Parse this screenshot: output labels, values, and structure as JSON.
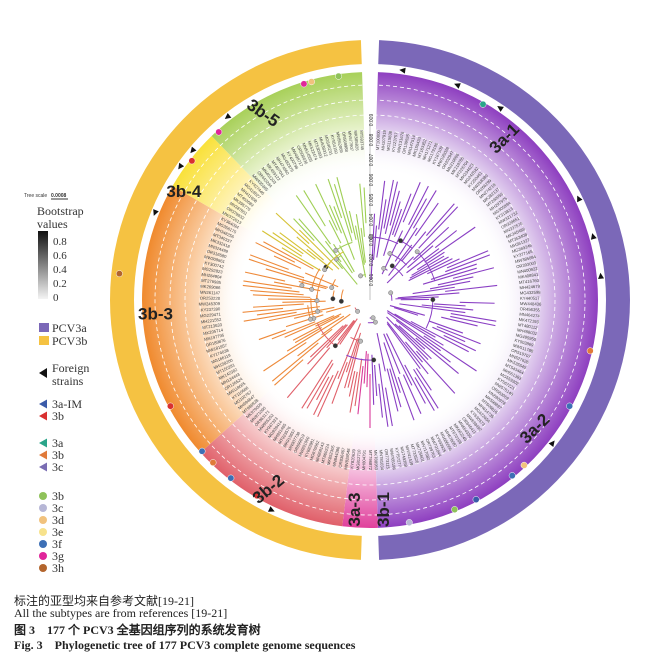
{
  "scale": {
    "label": "Tree scale",
    "value": "0.0008"
  },
  "axis_ticks": [
    "0.001",
    "0.002",
    "0.003",
    "0.004",
    "0.005",
    "0.006",
    "0.007",
    "0.008",
    "0.009"
  ],
  "bootstrap": {
    "title_line1": "Bootstrap",
    "title_line2": "values",
    "ticks": [
      "0.8",
      "0.6",
      "0.4",
      "0.2",
      "0"
    ]
  },
  "genotype_legend": [
    {
      "label": "PCV3a",
      "color": "#7b68b8"
    },
    {
      "label": "PCV3b",
      "color": "#f5c242"
    }
  ],
  "foreign": {
    "line1": "Foreign",
    "line2": "strains"
  },
  "subtype_legend_1": [
    {
      "label": "3a-IM",
      "color": "#3b5ba9"
    },
    {
      "label": "3b",
      "color": "#d93030"
    }
  ],
  "subtype_legend_2": [
    {
      "label": "3a",
      "color": "#2aa58a"
    },
    {
      "label": "3b",
      "color": "#e07a3a"
    },
    {
      "label": "3c",
      "color": "#7a6db3"
    }
  ],
  "subtype_legend_3": [
    {
      "label": "3b",
      "color": "#8fc25a"
    },
    {
      "label": "3c",
      "color": "#b7b7d6"
    },
    {
      "label": "3d",
      "color": "#f1c27d"
    },
    {
      "label": "3e",
      "color": "#f7e28c"
    },
    {
      "label": "3f",
      "color": "#3d6fb5"
    },
    {
      "label": "3g",
      "color": "#e0259a"
    },
    {
      "label": "3h",
      "color": "#b3652d"
    }
  ],
  "clades": [
    "3a-1",
    "3a-2",
    "3a-3",
    "3b-1",
    "3b-2",
    "3b-3",
    "3b-4",
    "3b-5"
  ],
  "caption": {
    "line1": "标注的亚型均来自参考文献[19-21]",
    "line2": "All the subtypes are from references [19-21]",
    "line3": "图 3　177 个 PCV3 全基因组序列的系统发育树",
    "line4": "Fig. 3　Phylogenetic tree of 177 PCV3 complete genome sequences"
  }
}
